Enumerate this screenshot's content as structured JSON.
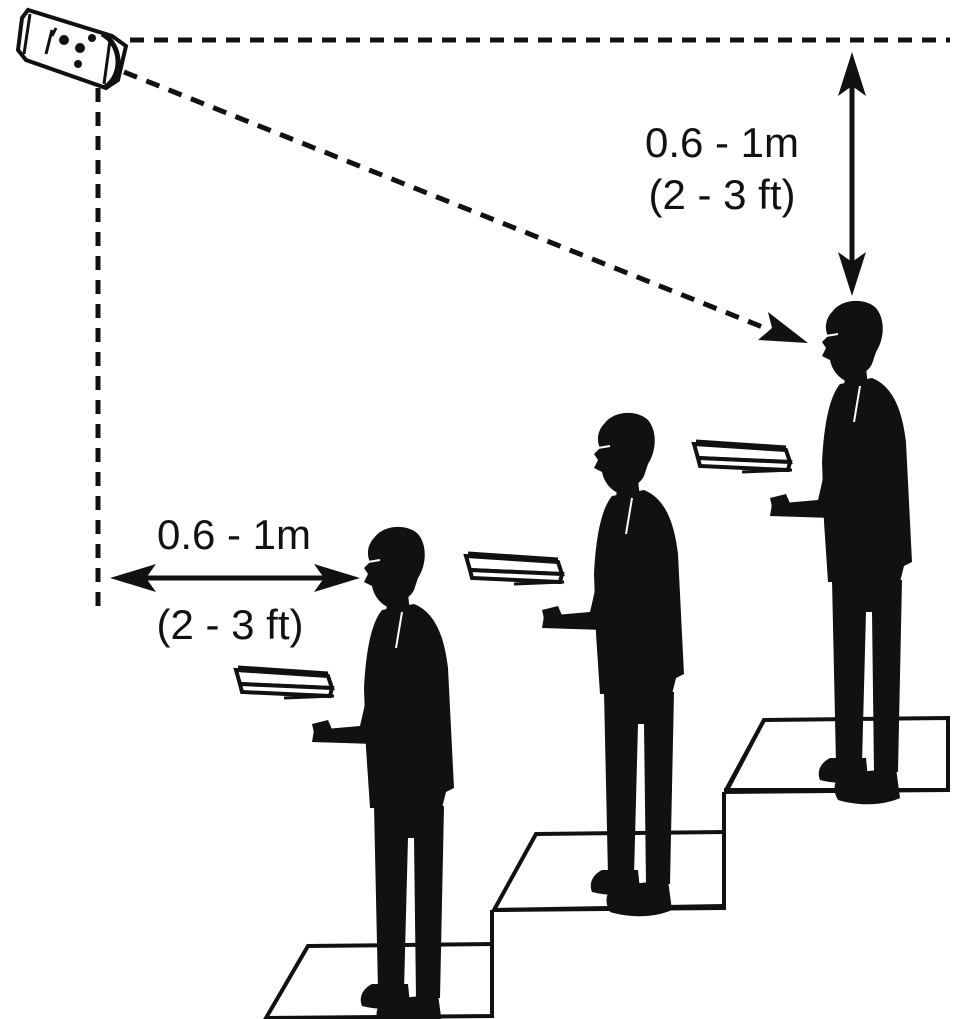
{
  "vertical_dimension": {
    "metric": "0.6 - 1m",
    "imperial": "(2 - 3 ft)"
  },
  "horizontal_dimension": {
    "metric": "0.6 - 1m",
    "imperial": "(2 - 3 ft)"
  },
  "figures": [
    "choir-member-front",
    "choir-member-middle",
    "choir-member-back"
  ],
  "colors": {
    "ink": "#111111",
    "background": "#ffffff"
  }
}
